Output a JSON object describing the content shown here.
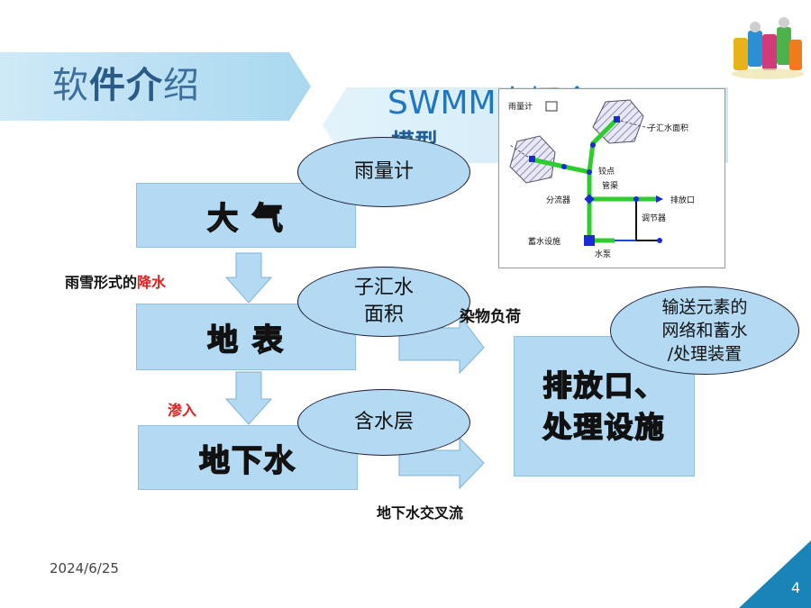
{
  "header": {
    "title_part1": "软",
    "title_bold": "件介",
    "title_part2": "绍",
    "subtitle": "SWMM中概念",
    "subtitle2": "模型"
  },
  "diagram": {
    "atmosphere": "大 气",
    "surface": "地 表",
    "groundwater": "地下水",
    "outfall_line1": "排放口、",
    "outfall_line2": "处理设施",
    "rain_gage": "雨量计",
    "subcatchment_line1": "子汇水",
    "subcatchment_line2": "面积",
    "aquifer": "含水层",
    "conveyance_line1": "输送元素的",
    "conveyance_line2": "网络和蓄水",
    "conveyance_line3": "/处理装置",
    "precip_label_black": "雨雪形式的",
    "precip_label_red": "降水",
    "infiltration": "渗入",
    "pollutant_load": "染物负荷",
    "gw_interflow": "地下水交叉流"
  },
  "inset": {
    "rain_gage": "雨量计",
    "subcatchment": "子汇水面积",
    "node": "铰点",
    "conduit": "管渠",
    "divider": "分流器",
    "outfall": "排放口",
    "regulator": "调节器",
    "storage": "蓄水设施",
    "pump": "水泵"
  },
  "footer": {
    "date": "2024/6/25",
    "page": "4"
  },
  "colors": {
    "box_fill": "#b3daf2",
    "arrow_fill": "#b3daf2",
    "corner": "#1a84b9",
    "accent_red": "#e02020"
  }
}
